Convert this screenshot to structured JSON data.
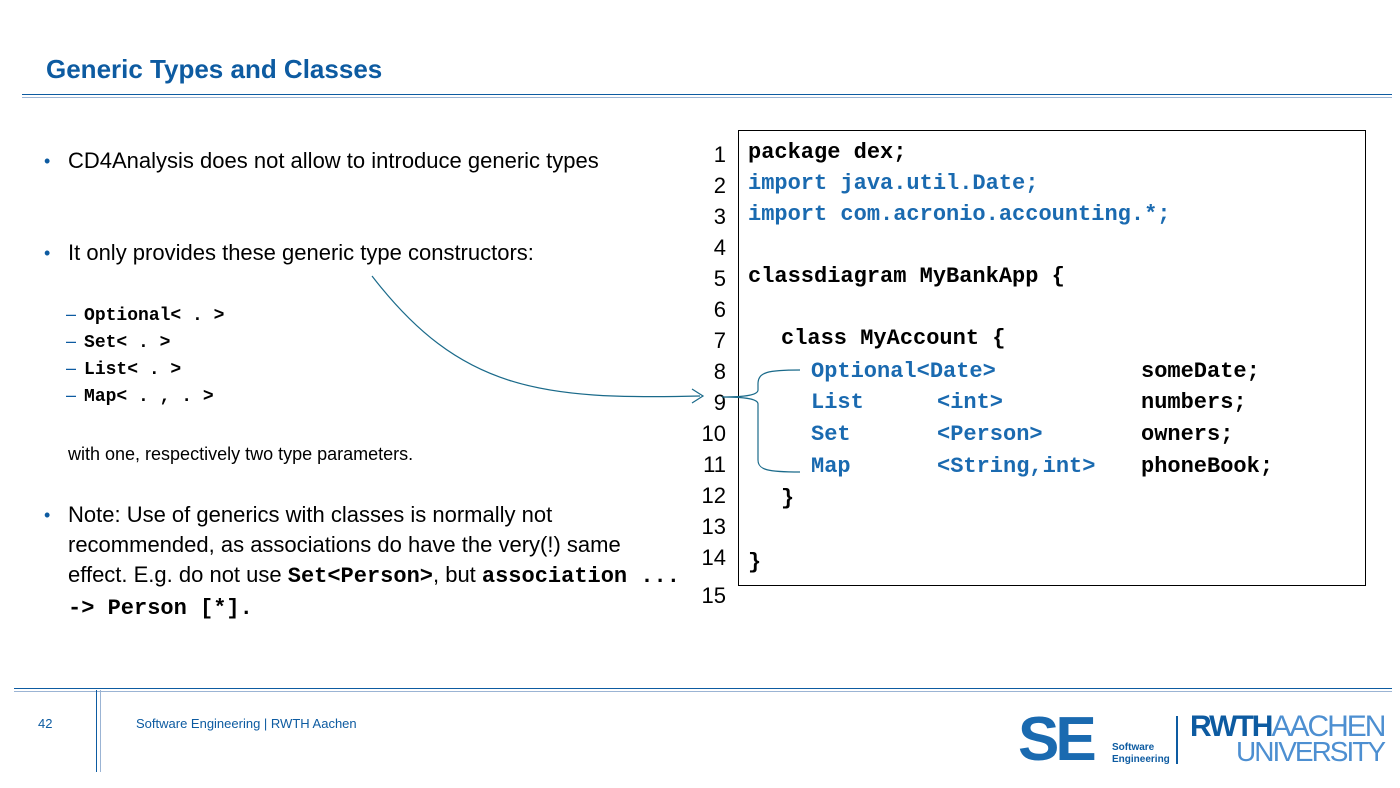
{
  "slide": {
    "title": "Generic Types and Classes"
  },
  "bullets": {
    "b1": "CD4Analysis does not allow to introduce generic types",
    "b2": "It only provides these generic type constructors:",
    "constructors": [
      "Optional< . >",
      "Set< . >",
      "List< . >",
      "Map< . , . >"
    ],
    "dash": "–",
    "with_text": "with one, respectively two type parameters.",
    "b3_part1": "Note: Use of generics with classes is normally not recommended, as associations do have the very(!) same effect. E.g. do not use ",
    "b3_code1": "Set<Person>",
    "b3_part2": ", but ",
    "b3_code2": "association ... -> Person [*]."
  },
  "code": {
    "line_numbers": [
      "1",
      "2",
      "3",
      "4",
      "5",
      "6",
      "7",
      "8",
      "9",
      "10",
      "11",
      "12",
      "13",
      "14",
      "15"
    ],
    "l1": "package dex;",
    "l2": "import java.util.Date;",
    "l3": "import com.acronio.accounting.*;",
    "l5": "classdiagram MyBankApp {",
    "l7": "class MyAccount {",
    "l8_type": "Optional<Date>",
    "l8_name": "someDate;",
    "l9_type": "List",
    "l9_param": "<int>",
    "l9_name": "numbers;",
    "l10_type": "Set",
    "l10_param": "<Person>",
    "l10_name": "owners;",
    "l11_type": "Map",
    "l11_param": "<String,int>",
    "l11_name": "phoneBook;",
    "l12": "}",
    "l14": "}"
  },
  "footer": {
    "page_number": "42",
    "text": "Software Engineering  |  RWTH Aachen"
  },
  "logos": {
    "se": "SE",
    "se_sub1": "Software",
    "se_sub2": "Engineering",
    "rwth": "RWTH",
    "aachen": "AACHEN",
    "university": "UNIVERSITY"
  },
  "colors": {
    "accent": "#0d5ba1",
    "code_blue": "#1a6ab0"
  }
}
